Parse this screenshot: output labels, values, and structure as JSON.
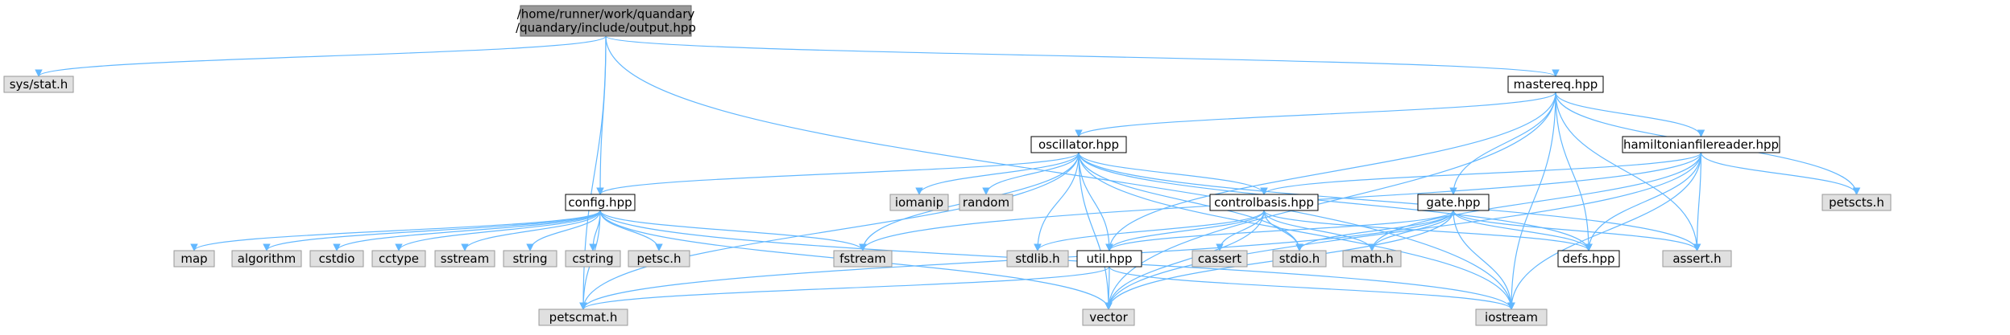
{
  "colors": {
    "edge": "#63b8ff",
    "border": "#000000",
    "root_fill": "#999999",
    "project_fill": "#ffffff",
    "system_fill": "#e0e0e0",
    "system_border": "#999999",
    "text": "#000000"
  },
  "nodes": [
    {
      "id": "root",
      "label": "/home/runner/work/quandary\n/quandary/include/output.hpp",
      "kind": "root"
    },
    {
      "id": "sysstat",
      "label": "sys/stat.h",
      "kind": "system"
    },
    {
      "id": "mastereq",
      "label": "mastereq.hpp",
      "kind": "project"
    },
    {
      "id": "oscillator",
      "label": "oscillator.hpp",
      "kind": "project"
    },
    {
      "id": "hamiltonian",
      "label": "hamiltonianfilereader.hpp",
      "kind": "project"
    },
    {
      "id": "config",
      "label": "config.hpp",
      "kind": "project"
    },
    {
      "id": "iomanip",
      "label": "iomanip",
      "kind": "system"
    },
    {
      "id": "random",
      "label": "random",
      "kind": "system"
    },
    {
      "id": "controlbasis",
      "label": "controlbasis.hpp",
      "kind": "project"
    },
    {
      "id": "gate",
      "label": "gate.hpp",
      "kind": "project"
    },
    {
      "id": "petscts",
      "label": "petscts.h",
      "kind": "system"
    },
    {
      "id": "map",
      "label": "map",
      "kind": "system"
    },
    {
      "id": "algorithm",
      "label": "algorithm",
      "kind": "system"
    },
    {
      "id": "cstdio",
      "label": "cstdio",
      "kind": "system"
    },
    {
      "id": "cctype",
      "label": "cctype",
      "kind": "system"
    },
    {
      "id": "sstream",
      "label": "sstream",
      "kind": "system"
    },
    {
      "id": "string",
      "label": "string",
      "kind": "system"
    },
    {
      "id": "cstring",
      "label": "cstring",
      "kind": "system"
    },
    {
      "id": "petsch",
      "label": "petsc.h",
      "kind": "system"
    },
    {
      "id": "fstream",
      "label": "fstream",
      "kind": "system"
    },
    {
      "id": "stdlib",
      "label": "stdlib.h",
      "kind": "system"
    },
    {
      "id": "util",
      "label": "util.hpp",
      "kind": "project"
    },
    {
      "id": "cassert",
      "label": "cassert",
      "kind": "system"
    },
    {
      "id": "stdio",
      "label": "stdio.h",
      "kind": "system"
    },
    {
      "id": "math",
      "label": "math.h",
      "kind": "system"
    },
    {
      "id": "defs",
      "label": "defs.hpp",
      "kind": "project"
    },
    {
      "id": "assert",
      "label": "assert.h",
      "kind": "system"
    },
    {
      "id": "petscmat",
      "label": "petscmat.h",
      "kind": "system"
    },
    {
      "id": "vector",
      "label": "vector",
      "kind": "system"
    },
    {
      "id": "iostream",
      "label": "iostream",
      "kind": "system"
    }
  ],
  "edges": [
    [
      "root",
      "sysstat"
    ],
    [
      "root",
      "config"
    ],
    [
      "root",
      "mastereq"
    ],
    [
      "root",
      "petscmat"
    ],
    [
      "root",
      "iostream"
    ],
    [
      "mastereq",
      "oscillator"
    ],
    [
      "mastereq",
      "hamiltonian"
    ],
    [
      "mastereq",
      "gate"
    ],
    [
      "mastereq",
      "util"
    ],
    [
      "mastereq",
      "defs"
    ],
    [
      "mastereq",
      "petscts"
    ],
    [
      "mastereq",
      "assert"
    ],
    [
      "mastereq",
      "vector"
    ],
    [
      "mastereq",
      "iostream"
    ],
    [
      "oscillator",
      "config"
    ],
    [
      "oscillator",
      "iomanip"
    ],
    [
      "oscillator",
      "random"
    ],
    [
      "oscillator",
      "controlbasis"
    ],
    [
      "oscillator",
      "fstream"
    ],
    [
      "oscillator",
      "stdlib"
    ],
    [
      "oscillator",
      "util"
    ],
    [
      "oscillator",
      "stdio"
    ],
    [
      "oscillator",
      "defs"
    ],
    [
      "oscillator",
      "assert"
    ],
    [
      "oscillator",
      "petscmat"
    ],
    [
      "oscillator",
      "vector"
    ],
    [
      "oscillator",
      "iostream"
    ],
    [
      "hamiltonian",
      "controlbasis"
    ],
    [
      "hamiltonian",
      "fstream"
    ],
    [
      "hamiltonian",
      "math"
    ],
    [
      "hamiltonian",
      "defs"
    ],
    [
      "hamiltonian",
      "assert"
    ],
    [
      "hamiltonian",
      "petscts"
    ],
    [
      "hamiltonian",
      "vector"
    ],
    [
      "hamiltonian",
      "iostream"
    ],
    [
      "config",
      "map"
    ],
    [
      "config",
      "algorithm"
    ],
    [
      "config",
      "cstdio"
    ],
    [
      "config",
      "cctype"
    ],
    [
      "config",
      "sstream"
    ],
    [
      "config",
      "string"
    ],
    [
      "config",
      "cstring"
    ],
    [
      "config",
      "petsch"
    ],
    [
      "config",
      "fstream"
    ],
    [
      "config",
      "vector"
    ],
    [
      "config",
      "iostream"
    ],
    [
      "config",
      "petscmat"
    ],
    [
      "controlbasis",
      "stdlib"
    ],
    [
      "controlbasis",
      "util"
    ],
    [
      "controlbasis",
      "cassert"
    ],
    [
      "controlbasis",
      "stdio"
    ],
    [
      "controlbasis",
      "math"
    ],
    [
      "controlbasis",
      "defs"
    ],
    [
      "controlbasis",
      "vector"
    ],
    [
      "gate",
      "util"
    ],
    [
      "gate",
      "stdio"
    ],
    [
      "gate",
      "math"
    ],
    [
      "gate",
      "defs"
    ],
    [
      "gate",
      "assert"
    ],
    [
      "gate",
      "petscmat"
    ],
    [
      "gate",
      "vector"
    ],
    [
      "gate",
      "iostream"
    ],
    [
      "util",
      "petscmat"
    ],
    [
      "util",
      "vector"
    ],
    [
      "util",
      "iostream"
    ]
  ]
}
